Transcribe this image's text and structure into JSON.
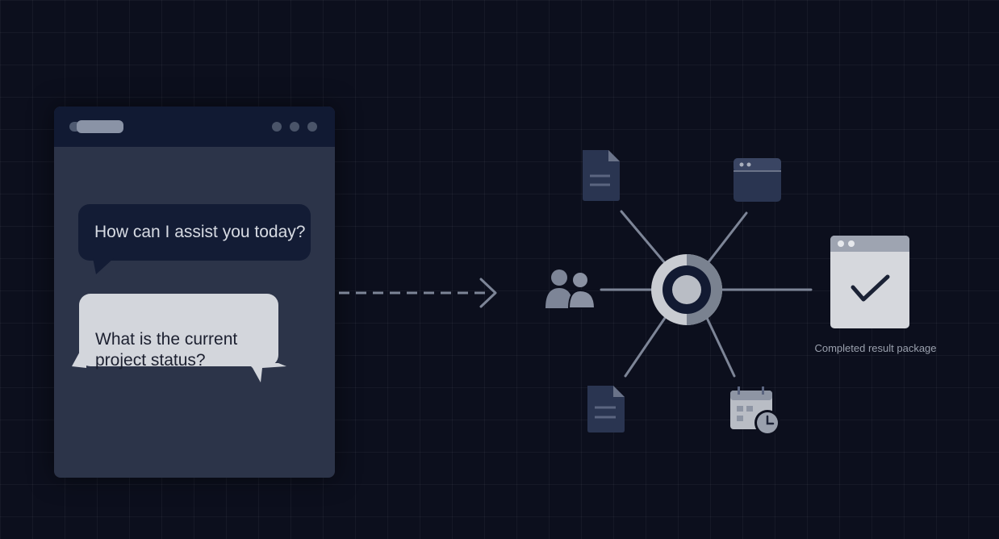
{
  "chat": {
    "assistant_message": "How can I assist you today?",
    "user_message": "What is the current\nproject status?"
  },
  "result": {
    "label": "Completed result package"
  },
  "icons": {
    "people": "people-icon",
    "document_top": "document-icon",
    "browser": "browser-window-icon",
    "document_bottom": "document-icon",
    "calendar": "calendar-clock-icon",
    "hub": "hub-node-icon",
    "result": "checkmark-window-icon"
  },
  "colors": {
    "background": "#0c0f1d",
    "chat_panel": "#2c3449",
    "bot_bubble": "#131c35",
    "user_bubble": "#d3d6dc",
    "connector": "#7d8597",
    "icon_dark": "#2a3551"
  }
}
